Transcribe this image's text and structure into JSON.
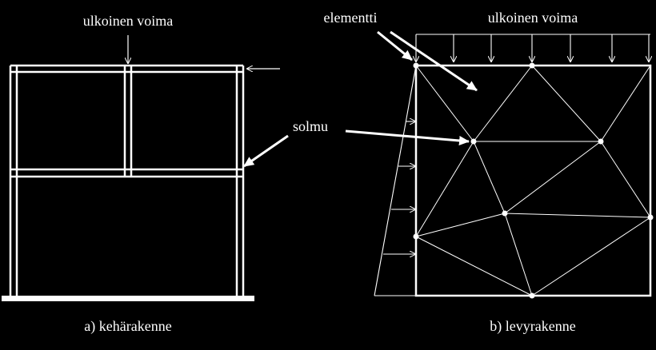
{
  "left_panel": {
    "load_label": "ulkoinen voima",
    "caption": "a) kehärakenne"
  },
  "right_panel": {
    "load_label": "ulkoinen voima",
    "element_label": "elementti",
    "caption": "b) levyrakenne"
  },
  "node_label": "solmu"
}
